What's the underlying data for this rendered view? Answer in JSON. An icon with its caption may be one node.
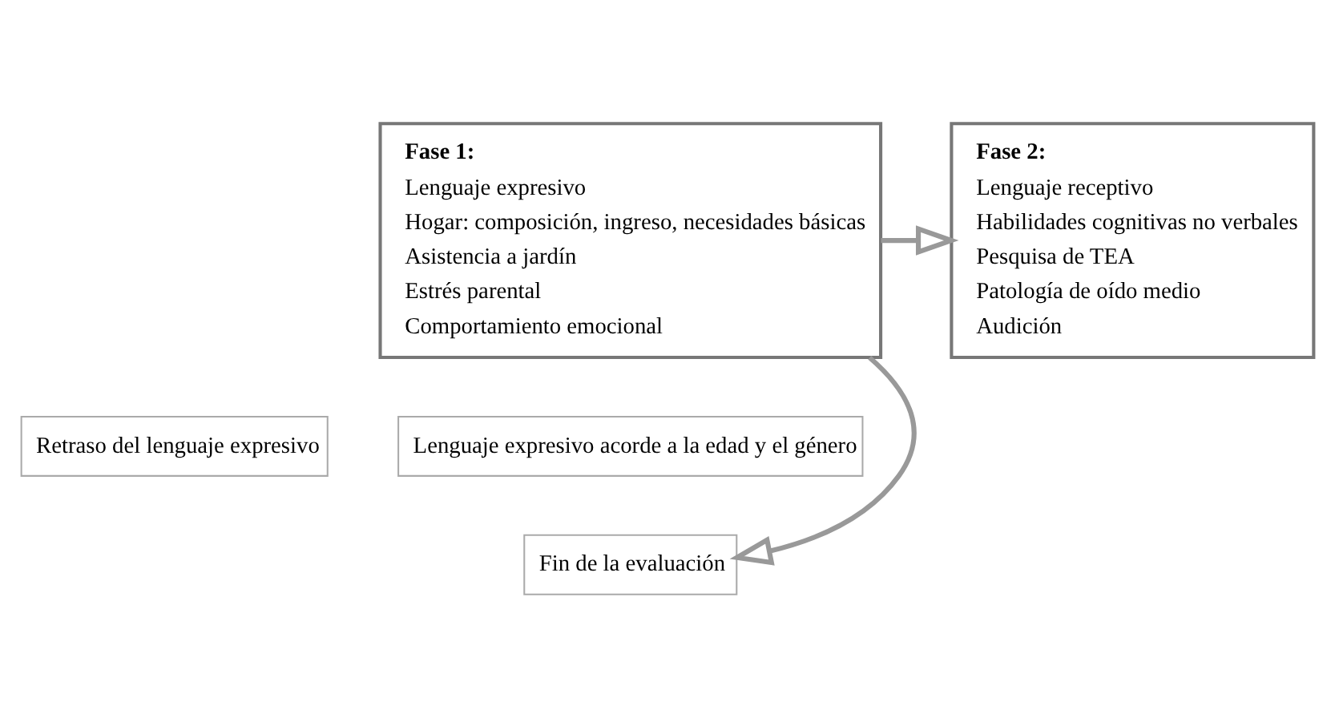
{
  "diagram": {
    "nodes": [
      {
        "text": [
          "Fase 1:",
          "Lenguaje expresivo",
          "Hogar: composición, ingreso, necesidades básicas",
          "Asistencia a jardín",
          "Estrés parental",
          "Comportamiento emocional"
        ]
      },
      {
        "text": [
          "Retraso del lenguaje expresivo"
        ]
      },
      {
        "text": [
          "Fase 2:",
          "Lenguaje receptivo",
          "Habilidades cognitivas no verbales",
          "Pesquisa de TEA",
          "Patología de oído medio",
          "Audición"
        ]
      },
      {
        "text": [
          "Lenguaje expresivo acorde a la edad y el género"
        ]
      },
      {
        "text": [
          "Fin de la evaluación"
        ]
      }
    ],
    "edges": [
      {
        "from": 0,
        "to": 2,
        "arrow": "to"
      },
      {
        "from": 0,
        "to": 4,
        "arrow": "to"
      }
    ]
  }
}
